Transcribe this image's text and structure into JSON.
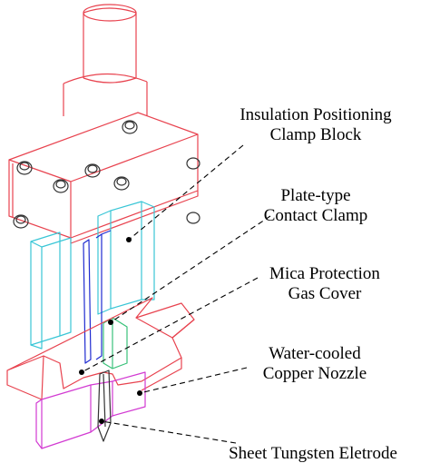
{
  "labels": {
    "insulation_block": {
      "line1": "Insulation Positioning",
      "line2": "Clamp Block"
    },
    "contact_clamp": {
      "line1": "Plate-type",
      "line2": "Contact Clamp"
    },
    "mica_cover": {
      "line1": "Mica Protection",
      "line2": "Gas Cover"
    },
    "copper_nozzle": {
      "line1": "Water-cooled",
      "line2": "Copper Nozzle"
    },
    "tungsten_electrode": {
      "line1": "Sheet Tungsten Eletrode"
    }
  },
  "colors": {
    "clamp_block": "#e8434f",
    "upper_cylinder": "#e8434f",
    "contact_clamp": "#39c6d6",
    "electrode_plate": "#1f2bd0",
    "mica_cover": "#39c27a",
    "nozzle": "#e8434f",
    "nozzle_base": "#d23ad2",
    "bolts": "#333333",
    "leader_lines": "#000000"
  }
}
